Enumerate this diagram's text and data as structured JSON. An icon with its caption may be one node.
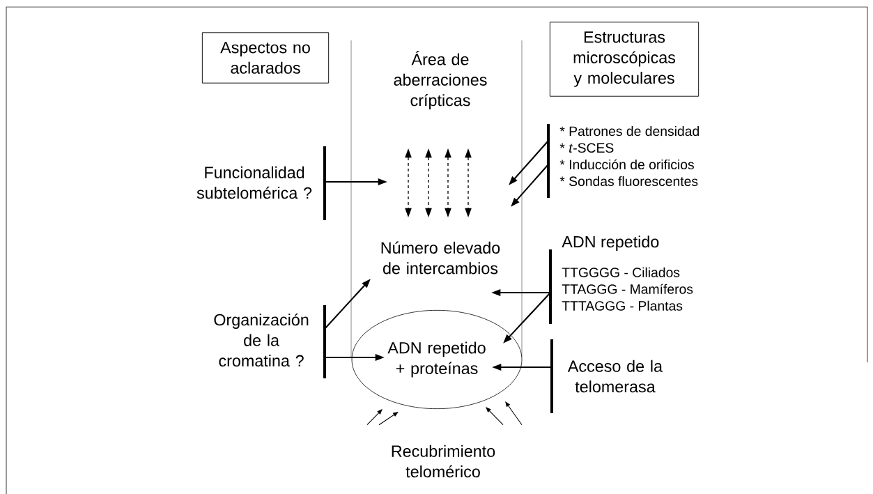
{
  "diagram": {
    "nodes": [
      {
        "text": [
          "Aspectos no aclarados"
        ]
      },
      {
        "text": [
          "Estructuras microscópicas y moleculares"
        ]
      },
      {
        "text": [
          "Área de aberraciones crípticas"
        ]
      },
      {
        "text": [
          "Funcionalidad subtelomérica ?"
        ]
      },
      {
        "text": [
          "* Patrones de densidad",
          "* *t*-SCES",
          "* Inducción de orificios",
          "* Sondas fluorescentes"
        ]
      },
      {
        "text": [
          "Número elevado de intercambios"
        ]
      },
      {
        "text": [
          "ADN repetido",
          "TTGGGG - Ciliados",
          "TTAGGG - Mamíferos",
          "TTTAGGG - Plantas"
        ]
      },
      {
        "text": [
          "Organización de la cromatina ?"
        ]
      },
      {
        "text": [
          "ADN repetido + proteínas"
        ]
      },
      {
        "text": [
          "Acceso de la telomerasa"
        ]
      },
      {
        "text": [
          "Recubrimiento telomérico"
        ]
      }
    ],
    "edges": [
      {
        "from": 3,
        "to": null,
        "arrow": "to"
      },
      {
        "from": 4,
        "to": null,
        "arrow": "to"
      },
      {
        "from": 4,
        "to": null,
        "arrow": "to"
      },
      {
        "from": 7,
        "to": 5,
        "arrow": "to"
      },
      {
        "from": 6,
        "to": 5,
        "arrow": "to"
      },
      {
        "from": 6,
        "to": 8,
        "arrow": "to"
      },
      {
        "from": 7,
        "to": 8,
        "arrow": "to"
      },
      {
        "from": 9,
        "to": 8,
        "arrow": "to"
      },
      {
        "from": 10,
        "to": 8,
        "arrow": "to"
      },
      {
        "from": 10,
        "to": 8,
        "arrow": "to"
      },
      {
        "from": 10,
        "to": 8,
        "arrow": "to"
      },
      {
        "from": 10,
        "to": 8,
        "arrow": "to"
      }
    ]
  }
}
